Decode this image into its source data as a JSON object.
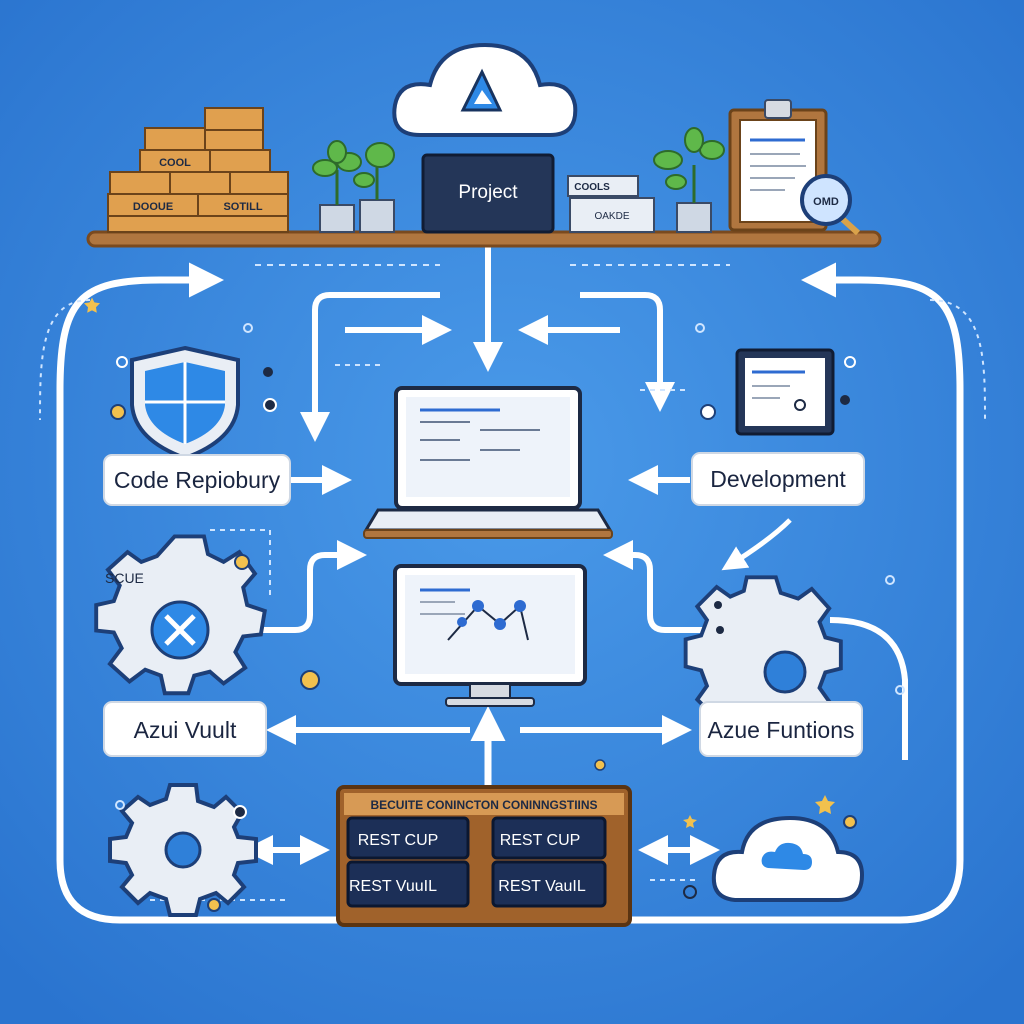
{
  "shelf": {
    "bricks": [
      "COOL",
      "DOOUE",
      "SOTILL"
    ],
    "project_label": "Project",
    "box_labels": [
      "COOLS",
      "OAKDE"
    ],
    "badge_text": "OMD"
  },
  "nodes": {
    "code_repository": "Code Repiobury",
    "development": "Development",
    "azure_vault": "Azui Vuult",
    "azure_functions": "Azue Funtions",
    "secure_tag": "SCUE"
  },
  "secrets_panel": {
    "header": "BECUITE CONINCTON CONINNGSTIINS",
    "left": [
      "REST CUP",
      "REST VuuIL"
    ],
    "right": [
      "REST CUP",
      "REST VauIL"
    ]
  },
  "colors": {
    "background": "#2f80d9",
    "line": "#ffffff",
    "shelf": "#b0763f",
    "brick": "#e0a04f",
    "panel_wood": "#a0622b",
    "panel_button": "#1c2f57"
  },
  "icons": [
    "cloud-icon",
    "azure-logo-icon",
    "brick-wall-icon",
    "plant-icon",
    "clipboard-icon",
    "magnifier-icon",
    "shield-icon",
    "laptop-icon",
    "monitor-icon",
    "gear-icon",
    "cloud-icon"
  ]
}
